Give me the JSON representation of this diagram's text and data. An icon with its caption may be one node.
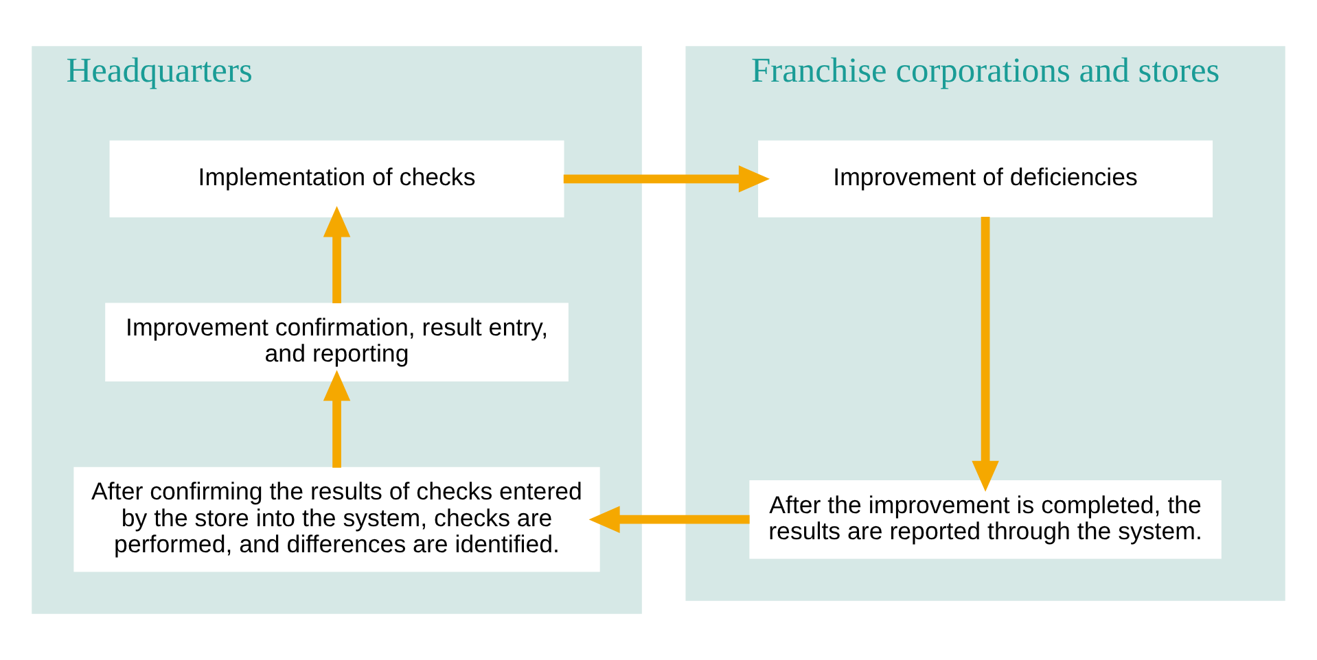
{
  "diagram": {
    "nodes": [
      {
        "text": [
          "Headquarters"
        ]
      },
      {
        "text": [
          "Implementation of checks"
        ],
        "in": 0
      },
      {
        "text": [
          "Improvement confirmation, result entry, and reporting"
        ],
        "in": 0
      },
      {
        "text": [
          "After confirming the results of checks entered by the store into the system, checks are performed, and differences are identified."
        ],
        "in": 0
      },
      {
        "text": [
          "Franchise corporations and stores"
        ]
      },
      {
        "text": [
          "Improvement of deficiencies"
        ],
        "in": 4
      },
      {
        "text": [
          "After the improvement is completed, the results are reported through the system."
        ],
        "in": 4
      }
    ],
    "edges": [
      {
        "from": 1,
        "to": 5,
        "arrow": "to"
      },
      {
        "from": 5,
        "to": 6,
        "arrow": "to"
      },
      {
        "from": 6,
        "to": 3,
        "arrow": "to"
      },
      {
        "from": 3,
        "to": 2,
        "arrow": "to"
      },
      {
        "from": 2,
        "to": 1,
        "arrow": "to"
      }
    ]
  }
}
